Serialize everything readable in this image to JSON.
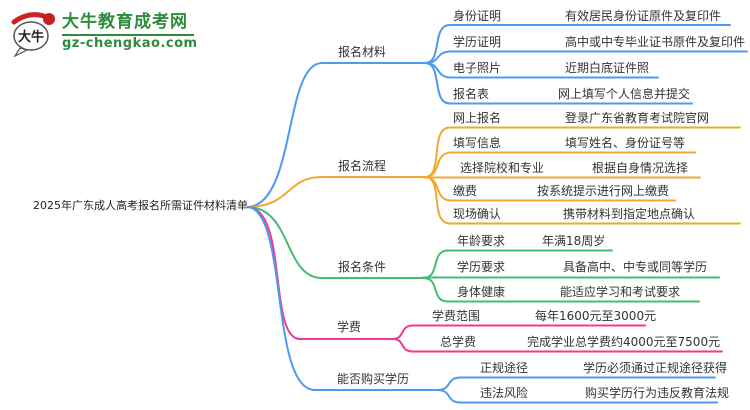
{
  "logo": {
    "icon_text": "大牛",
    "site_name": "大牛教育成考网",
    "site_url": "gz-chengkao.com"
  },
  "colors": {
    "blue": "#4B9BF2",
    "orange": "#F2A730",
    "green": "#3FBE74",
    "pink": "#EF3A8F",
    "logo_green": "#2E8B3B",
    "text": "#333333"
  },
  "root": {
    "label": "2025年广东成人高考报名所需证件材料清单"
  },
  "branches": [
    {
      "label": "报名材料",
      "color": "blue",
      "children": [
        {
          "label": "身份证明",
          "value": "有效居民身份证原件及复印件"
        },
        {
          "label": "学历证明",
          "value": "高中或中专毕业证书原件及复印件"
        },
        {
          "label": "电子照片",
          "value": "近期白底证件照"
        },
        {
          "label": "报名表",
          "value": "网上填写个人信息并提交"
        }
      ]
    },
    {
      "label": "报名流程",
      "color": "orange",
      "children": [
        {
          "label": "网上报名",
          "value": "登录广东省教育考试院官网"
        },
        {
          "label": "填写信息",
          "value": "填写姓名、身份证号等"
        },
        {
          "label": "选择院校和专业",
          "value": "根据自身情况选择"
        },
        {
          "label": "缴费",
          "value": "按系统提示进行网上缴费"
        },
        {
          "label": "现场确认",
          "value": "携带材料到指定地点确认"
        }
      ]
    },
    {
      "label": "报名条件",
      "color": "green",
      "children": [
        {
          "label": "年龄要求",
          "value": "年满18周岁"
        },
        {
          "label": "学历要求",
          "value": "具备高中、中专或同等学历"
        },
        {
          "label": "身体健康",
          "value": "能适应学习和考试要求"
        }
      ]
    },
    {
      "label": "学费",
      "color": "pink",
      "children": [
        {
          "label": "学费范围",
          "value": "每年1600元至3000元"
        },
        {
          "label": "总学费",
          "value": "完成学业总学费约4000元至7500元"
        }
      ]
    },
    {
      "label": "能否购买学历",
      "color": "blue",
      "children": [
        {
          "label": "正规途径",
          "value": "学历必须通过正规途径获得"
        },
        {
          "label": "违法风险",
          "value": "购买学历行为违反教育法规"
        }
      ]
    }
  ]
}
